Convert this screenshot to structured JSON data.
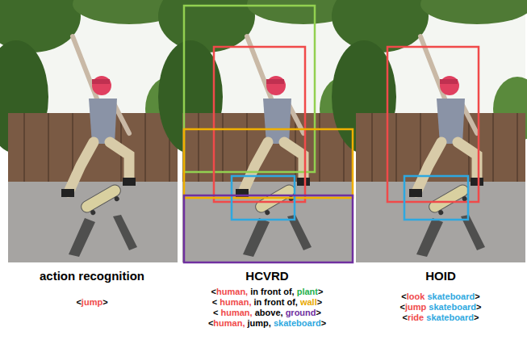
{
  "diagram": {
    "labels": [
      "action recognition",
      "<jump>",
      "HCVRD",
      "<human, in front of, plant>",
      "< human, in front of, wall>",
      "< human, above, ground>",
      "<human, jump, skateboard>",
      "HOID",
      "<look skateboard>",
      "<jump skateboard>",
      "<ride skateboard>"
    ]
  }
}
